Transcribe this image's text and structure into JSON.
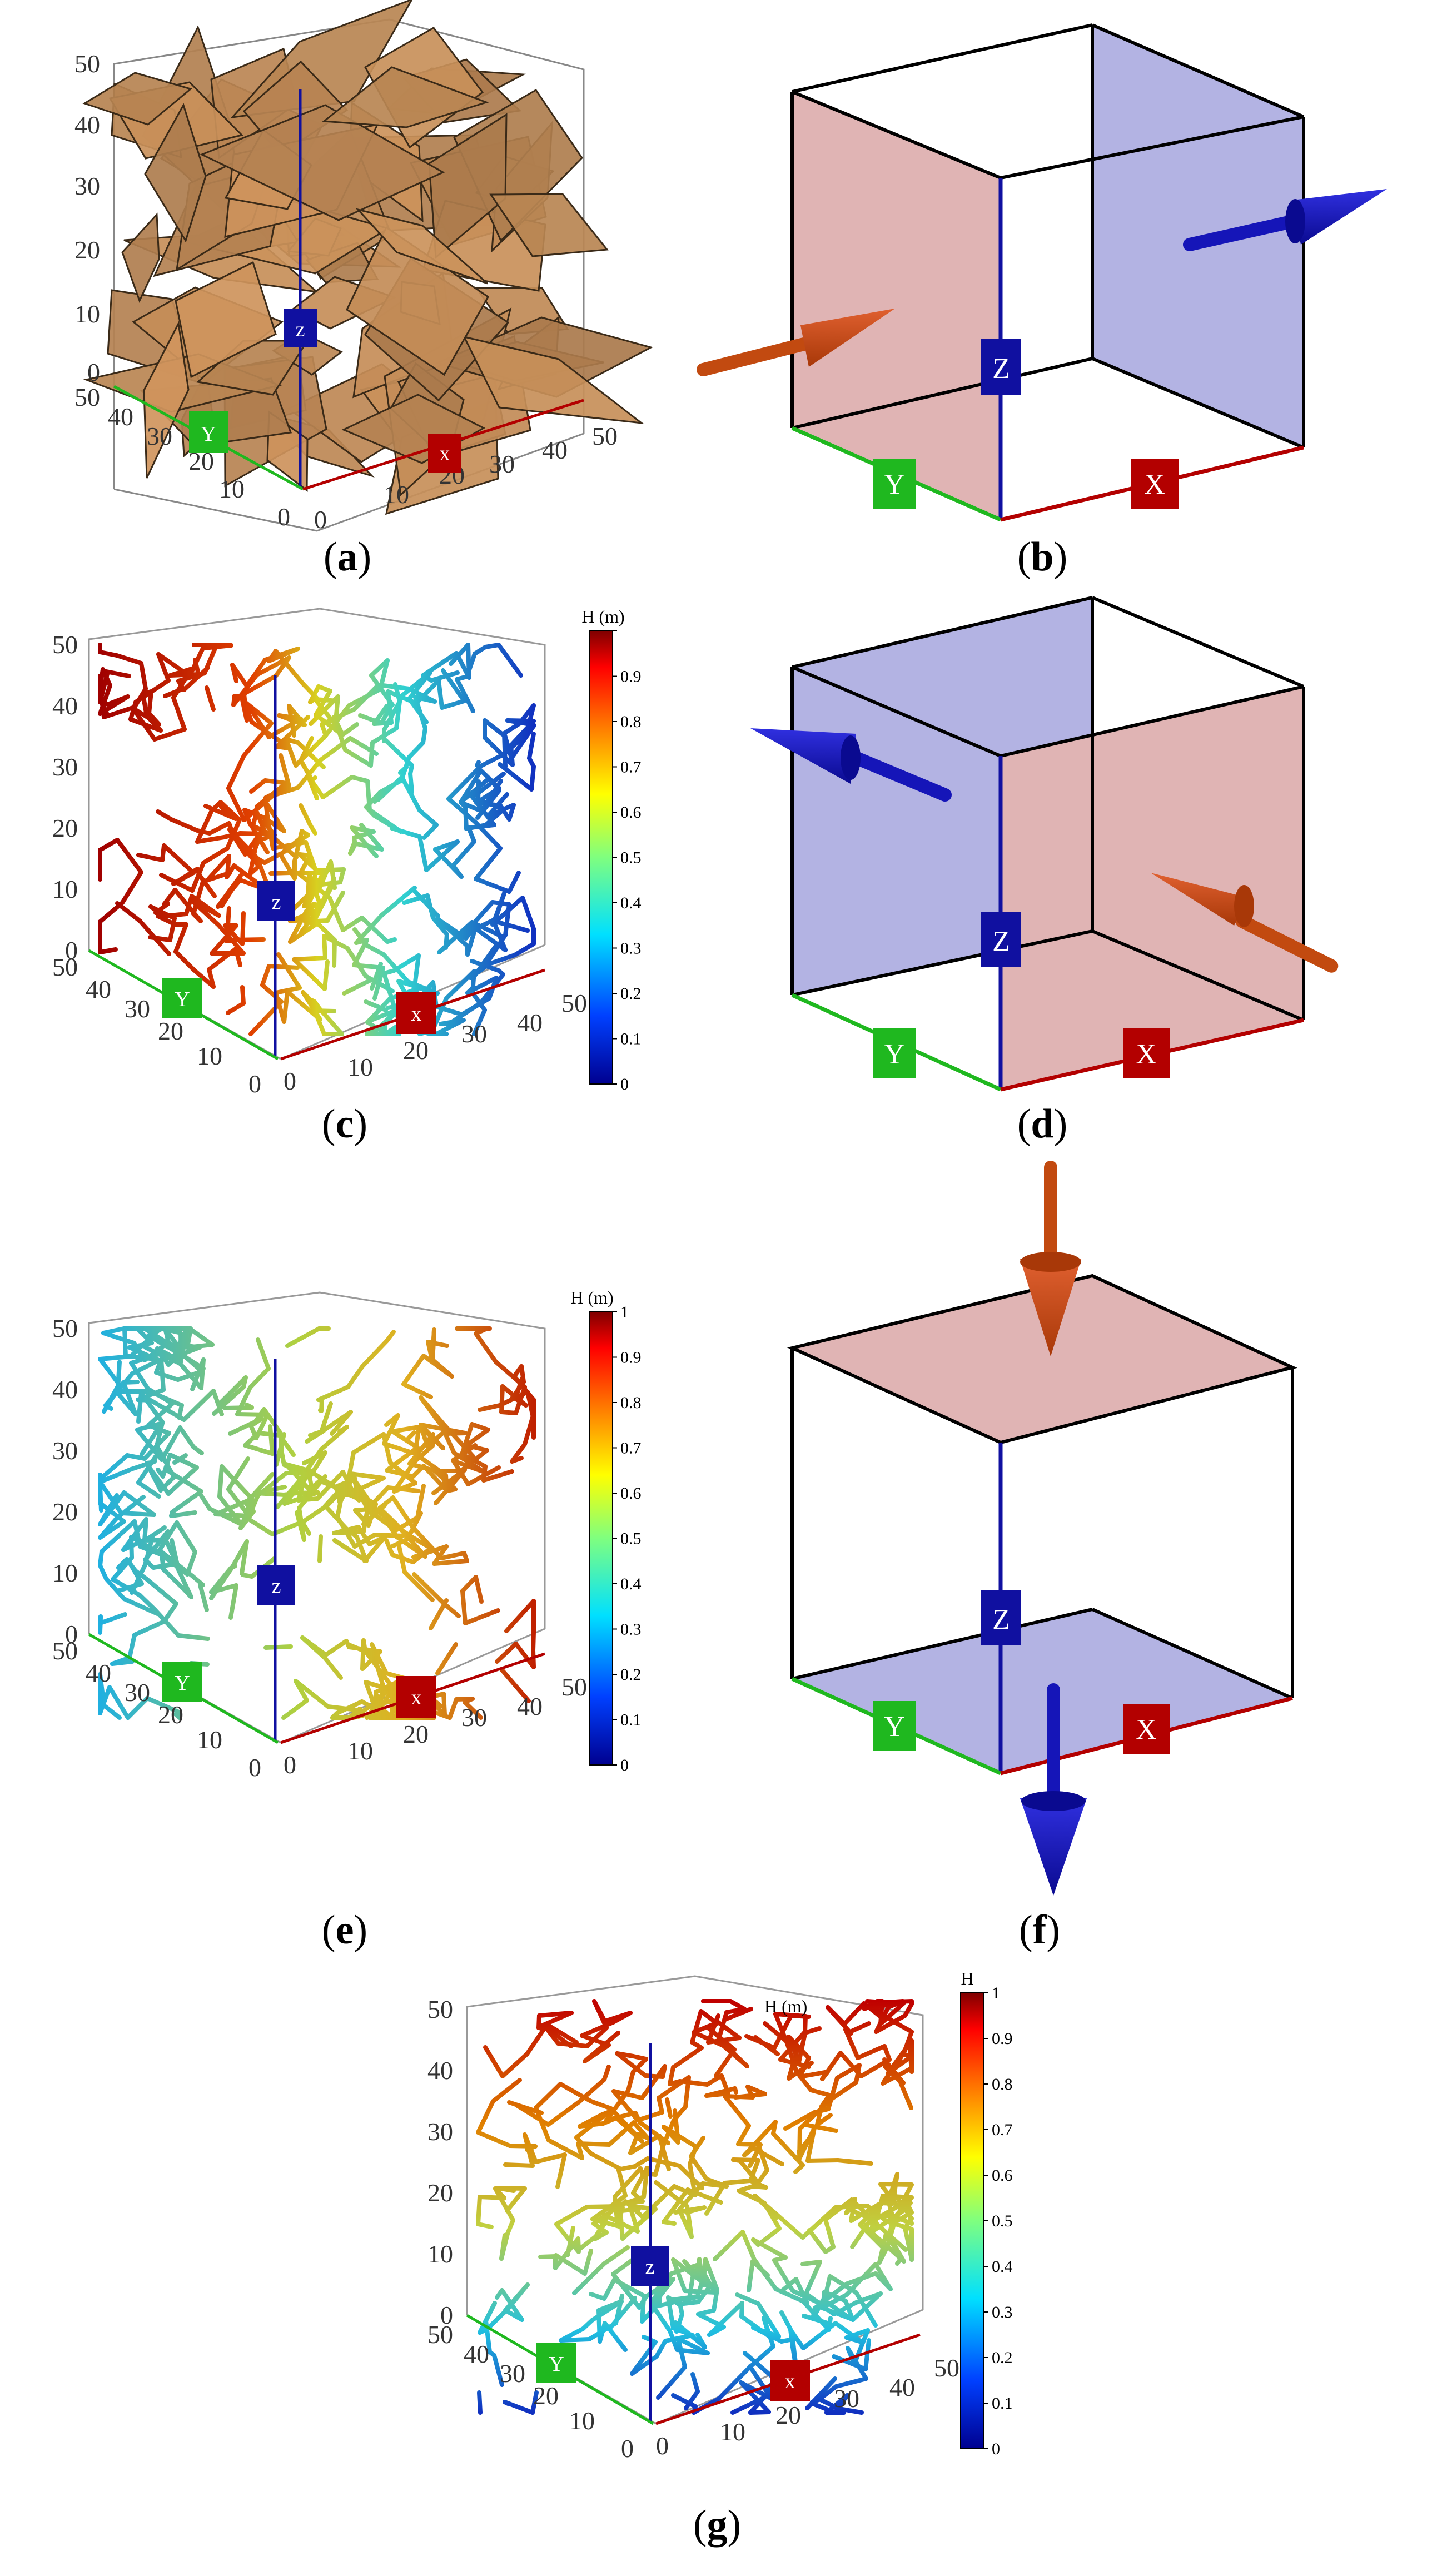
{
  "captions": {
    "a": "a",
    "b": "b",
    "c": "c",
    "d": "d",
    "e": "e",
    "f": "f",
    "g": "g"
  },
  "axes": {
    "x": "X",
    "y": "Y",
    "z": "Z",
    "x_small": "x",
    "y_small": "Y",
    "z_small": "z",
    "ticks": [
      "0",
      "10",
      "20",
      "30",
      "40",
      "50"
    ]
  },
  "colorbar": {
    "title_hm": "H (m)",
    "title_h": "H",
    "ticks_c": [
      "0",
      "0.1",
      "0.2",
      "0.3",
      "0.4",
      "0.5",
      "0.6",
      "0.7",
      "0.8",
      "0.9",
      ""
    ],
    "ticks_e": [
      "0",
      "0.1",
      "0.2",
      "0.3",
      "0.4",
      "0.5",
      "0.6",
      "0.7",
      "0.8",
      "0.9",
      "1"
    ],
    "ticks_g": [
      "0",
      "0.1",
      "0.2",
      "0.3",
      "0.4",
      "0.5",
      "0.6",
      "0.7",
      "0.8",
      "0.9",
      "1"
    ]
  },
  "colors": {
    "inflow_face": "#e0b4b4",
    "outflow_face": "#b3b3e3",
    "inflow_arrow": "#c24a10",
    "outflow_arrow": "#1515b8",
    "x_axis": "#b30000",
    "y_axis": "#1fb81f",
    "z_axis": "#1010a0",
    "fracture": "#c8925a"
  }
}
